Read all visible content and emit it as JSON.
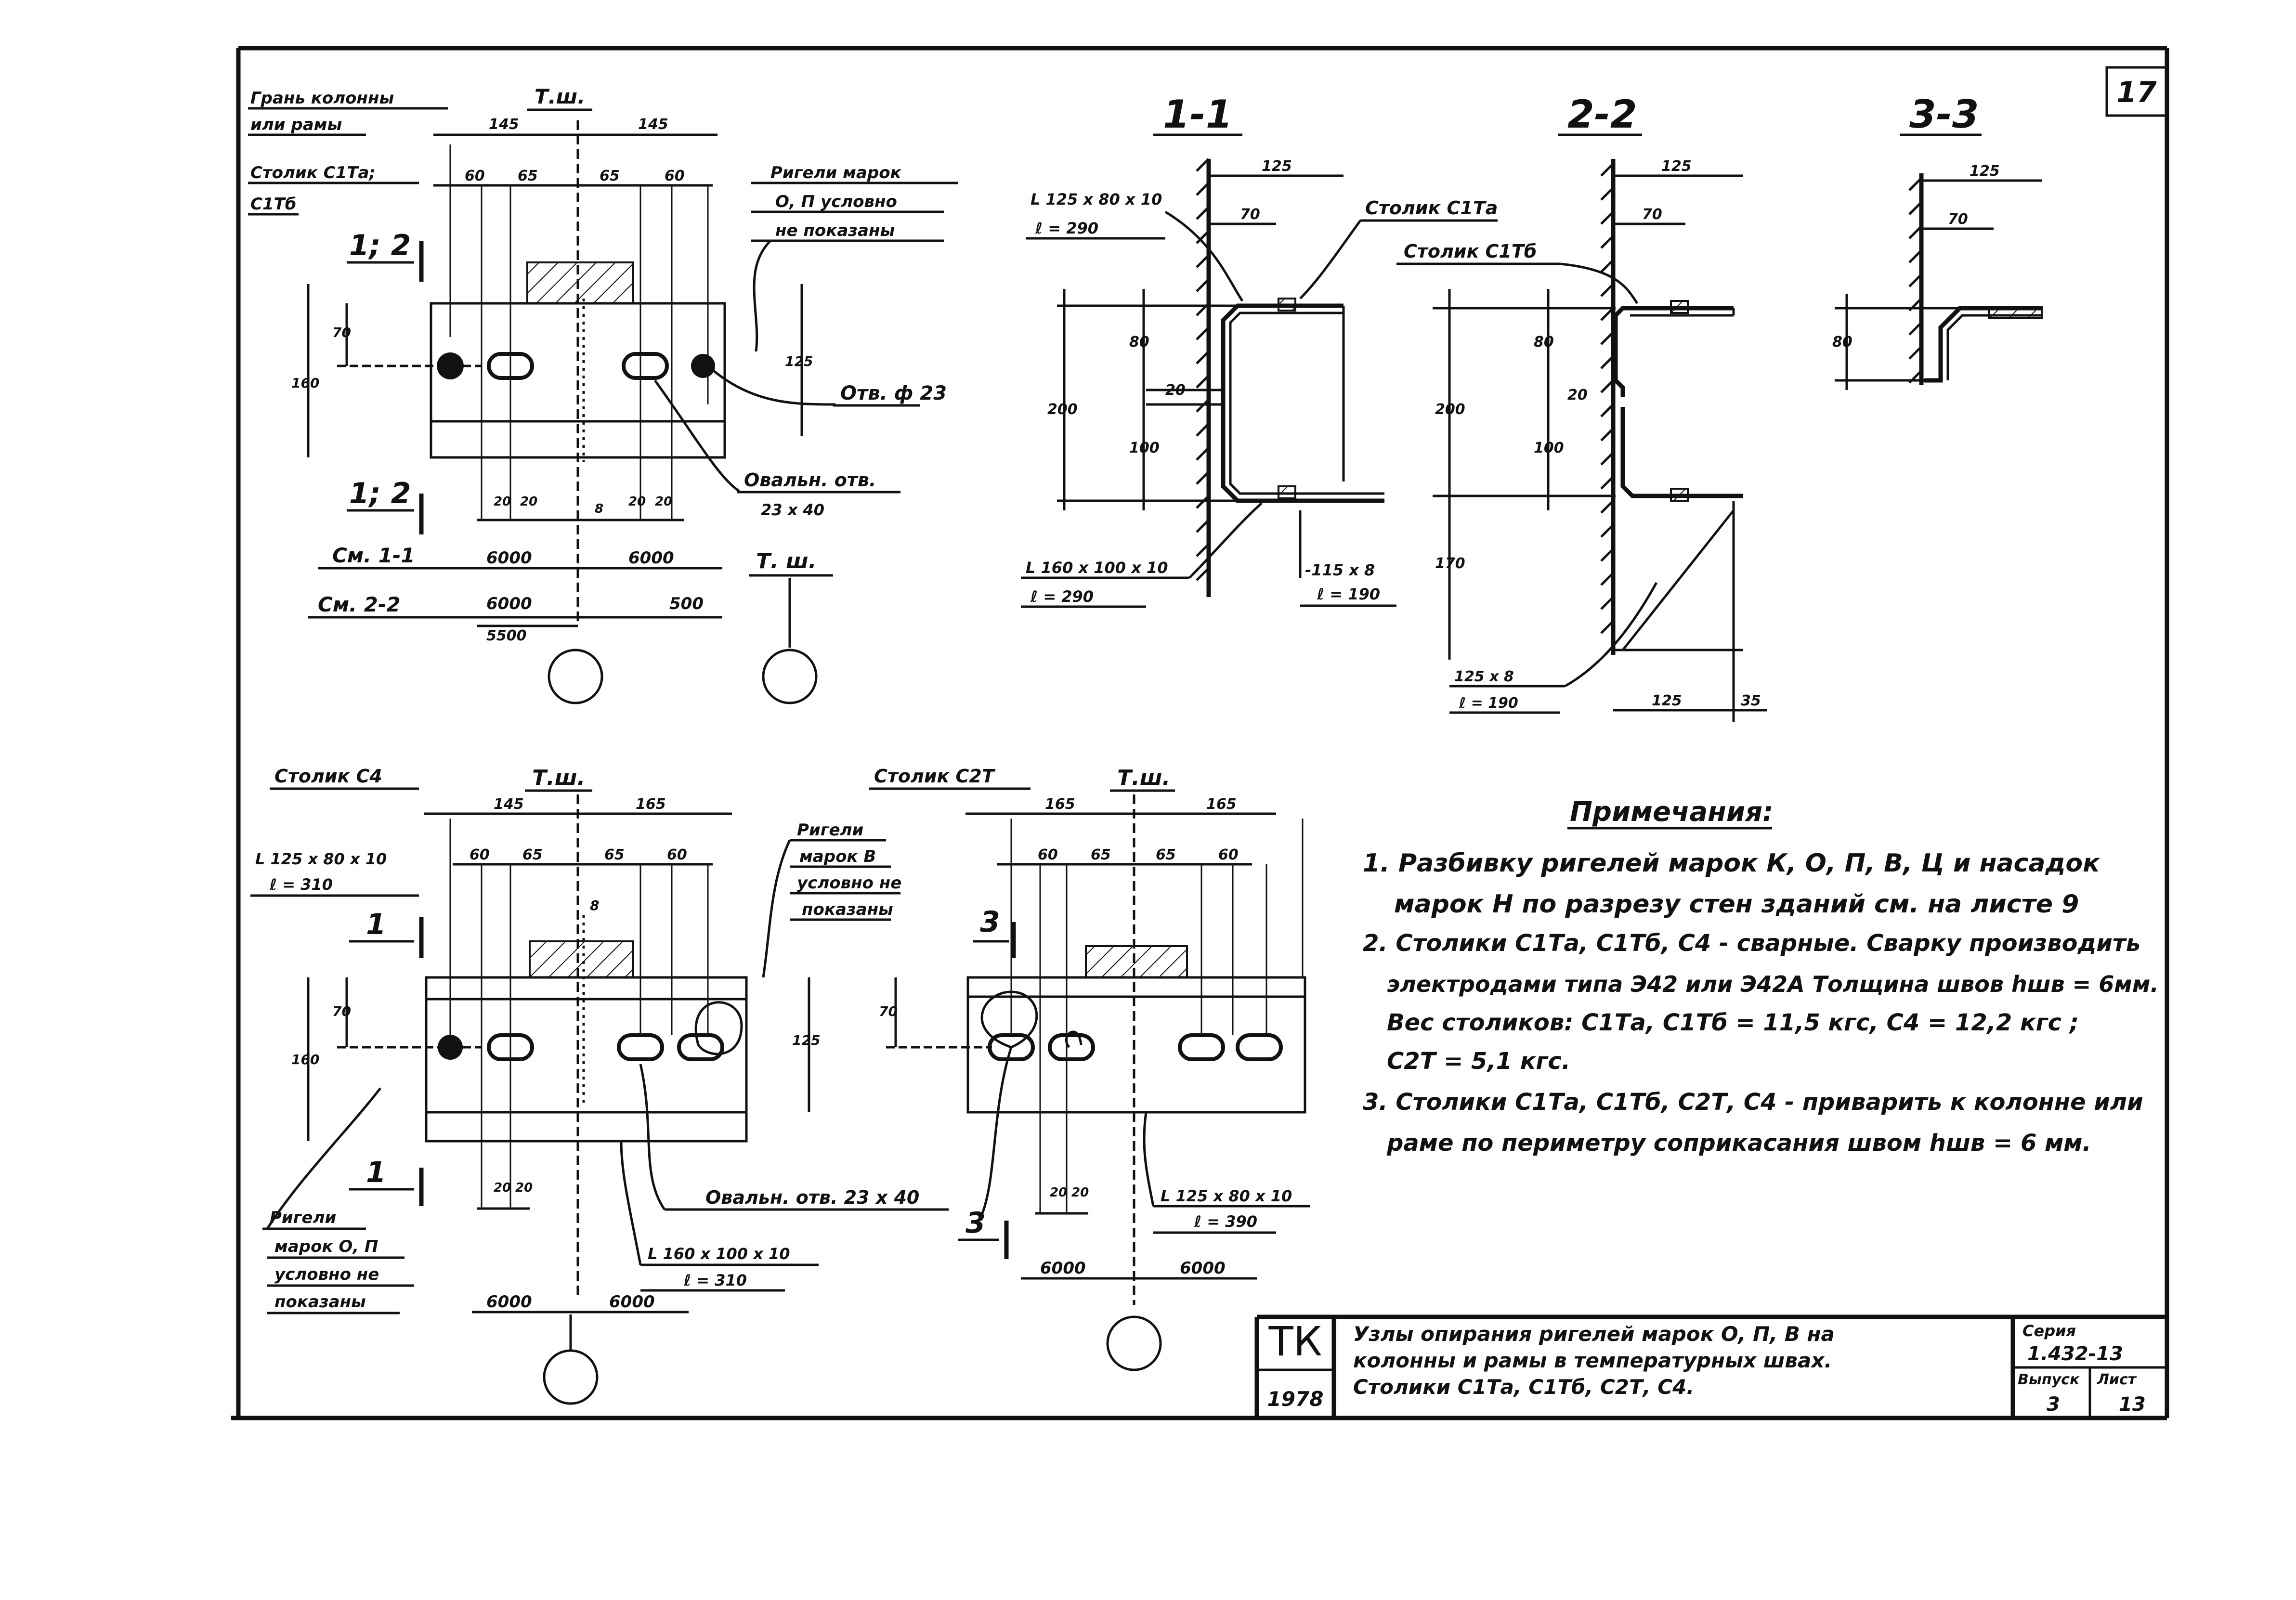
{
  "sheet": {
    "number_corner": "17",
    "stamp_org": "ТК",
    "stamp_year": "1978",
    "title_lines": [
      "Узлы опирания ригелей марок  О, П, В  на",
      "колонны и рамы в температурных швах.",
      "Столики  С1Та, С1Тб, С2Т, С4."
    ],
    "series_label": "Серия",
    "series_value": "1.432-13",
    "issue_label": "Выпуск",
    "issue_value": "3",
    "sheet_label": "Лист",
    "sheet_value": "13"
  },
  "notes": {
    "heading": "Примечания:",
    "lines": [
      "1. Разбивку ригелей марок  К, О, П, В, Ц  и насадок",
      "марок  Н  по разрезу стен  зданий см. на листе 9",
      "2. Столики  С1Та, С1Тб, С4 - сварные. Сварку производить",
      "электродами типа Э42 или Э42А Толщина швов  hшв = 6мм.",
      "Вес    столиков:  С1Та,  С1Тб = 11,5 кгс,  С4 = 12,2 кгс ;",
      "С2Т = 5,1 кгс.",
      "3. Столики  С1Та, С1Тб, С2Т, С4 - приварить  к колонне  или",
      "раме  по  периметру  соприкасания  швом  hшв = 6 мм."
    ]
  },
  "view_top_left": {
    "label_face": "Грань колонны",
    "label_face2": "или рамы",
    "label_tsh": "Т.ш.",
    "dim_145a": "145",
    "dim_145b": "145",
    "label_stool": "Столик С1Та;",
    "label_stool2": "С1Тб",
    "d60a": "60",
    "d65a": "65",
    "d65b": "65",
    "d60b": "60",
    "cut_12_top": "1; 2",
    "cut_12_bot": "1; 2",
    "d70": "70",
    "d160": "160",
    "d125": "125",
    "girders_note": [
      "Ригели марок",
      "О, П условно",
      "не показаны"
    ],
    "hole_label": "Отв. ф 23",
    "oval_label": "Овальн. отв.",
    "oval_size": "23 х 40",
    "d20a": "20",
    "d20b": "20",
    "d8": "8",
    "d20c": "20",
    "d20d": "20",
    "see_11": "См. 1-1",
    "see_22": "См. 2-2",
    "v6000a": "6000",
    "v6000b": "6000",
    "v6000c": "6000",
    "v500": "500",
    "v5500": "5500",
    "tsh2": "Т. ш."
  },
  "section_11": {
    "title": "1-1",
    "d125": "125",
    "d70": "70",
    "angle1": "L 125 х 80 х 10",
    "angle1_len": "ℓ = 290",
    "stool": "Столик С1Та",
    "d80": "80",
    "d20": "20",
    "d200": "200",
    "d100": "100",
    "angle2": "L 160 х 100 х 10",
    "angle2_len": "ℓ = 290",
    "plate": "-115 х 8",
    "plate_len": "ℓ = 190"
  },
  "section_22": {
    "title": "2-2",
    "d125": "125",
    "d70": "70",
    "stool": "Столик С1Тб",
    "d80": "80",
    "d20": "20",
    "d200": "200",
    "d100": "100",
    "d170": "170",
    "plate": "125 х 8",
    "plate_len": "ℓ = 190",
    "d125b": "125",
    "d35": "35"
  },
  "section_33": {
    "title": "3-3",
    "d125": "125",
    "d70": "70",
    "d80": "80"
  },
  "view_c4": {
    "label": "Столик С4",
    "tsh": "Т.ш.",
    "d145": "145",
    "d165": "165",
    "angle": "L 125 х 80 х 10",
    "angle_len": "ℓ = 310",
    "d60a": "60",
    "d65a": "65",
    "d65b": "65",
    "d60b": "60",
    "d8": "8",
    "girders_note": [
      "Ригели",
      "марок В",
      "условно не",
      "показаны"
    ],
    "cut_1_top": "1",
    "cut_1_bot": "1",
    "d70": "70",
    "d160": "160",
    "d125": "125",
    "d20a": "20",
    "d20b": "20",
    "girders_note2": [
      "Ригели",
      "марок О, П",
      "условно не",
      "показаны"
    ],
    "oval_label": "Овальн. отв.  23 х 40",
    "angle2": "L 160 х 100 х 10",
    "angle2_len": "ℓ = 310",
    "v6000a": "6000",
    "v6000b": "6000"
  },
  "view_c2t": {
    "label": "Столик С2Т",
    "tsh": "Т.ш.",
    "d165a": "165",
    "d165b": "165",
    "d60a": "60",
    "d65a": "65",
    "d65b": "65",
    "d60b": "60",
    "cut_3_top": "3",
    "cut_3_bot": "3",
    "d70": "70",
    "d20a": "20",
    "d20b": "20",
    "angle": "L 125 х 80 х 10",
    "angle_len": "ℓ = 390",
    "v6000a": "6000",
    "v6000b": "6000"
  }
}
